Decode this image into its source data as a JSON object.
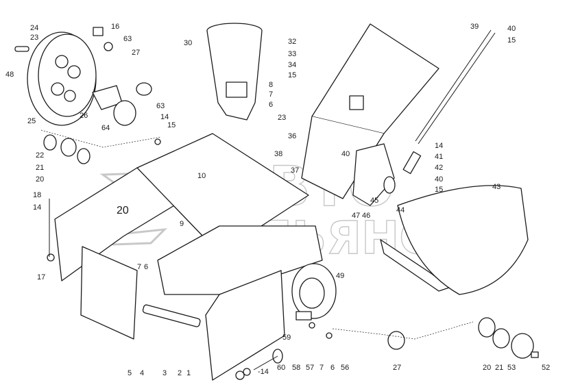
{
  "watermark": {
    "line1": "АВТО",
    "line2": "АЛЬЯНС"
  },
  "plate_label": "20",
  "callouts": [
    {
      "id": "24",
      "text": "24"
    },
    {
      "id": "23",
      "text": "23"
    },
    {
      "id": "16",
      "text": "16"
    },
    {
      "id": "63a",
      "text": "63"
    },
    {
      "id": "48",
      "text": "48"
    },
    {
      "id": "27a",
      "text": "27"
    },
    {
      "id": "30",
      "text": "30"
    },
    {
      "id": "32",
      "text": "32"
    },
    {
      "id": "33",
      "text": "33"
    },
    {
      "id": "34",
      "text": "34"
    },
    {
      "id": "15a",
      "text": "15"
    },
    {
      "id": "8",
      "text": "8"
    },
    {
      "id": "7a",
      "text": "7"
    },
    {
      "id": "6a",
      "text": "6"
    },
    {
      "id": "23b",
      "text": "23"
    },
    {
      "id": "39",
      "text": "39"
    },
    {
      "id": "40a",
      "text": "40"
    },
    {
      "id": "15b",
      "text": "15"
    },
    {
      "id": "26",
      "text": "26"
    },
    {
      "id": "25",
      "text": "25"
    },
    {
      "id": "64",
      "text": "64"
    },
    {
      "id": "63b",
      "text": "63"
    },
    {
      "id": "14a",
      "text": "14"
    },
    {
      "id": "15c",
      "text": "15"
    },
    {
      "id": "22",
      "text": "22"
    },
    {
      "id": "21a",
      "text": "21"
    },
    {
      "id": "20a",
      "text": "20"
    },
    {
      "id": "36",
      "text": "36"
    },
    {
      "id": "38",
      "text": "38"
    },
    {
      "id": "37",
      "text": "37"
    },
    {
      "id": "10",
      "text": "10"
    },
    {
      "id": "14b",
      "text": "14"
    },
    {
      "id": "41",
      "text": "41"
    },
    {
      "id": "42",
      "text": "42"
    },
    {
      "id": "40b",
      "text": "40"
    },
    {
      "id": "15d",
      "text": "15"
    },
    {
      "id": "40c",
      "text": "40"
    },
    {
      "id": "45",
      "text": "45"
    },
    {
      "id": "44",
      "text": "44"
    },
    {
      "id": "43",
      "text": "43"
    },
    {
      "id": "47",
      "text": "47"
    },
    {
      "id": "46",
      "text": "46"
    },
    {
      "id": "18",
      "text": "18"
    },
    {
      "id": "14c",
      "text": "14"
    },
    {
      "id": "9",
      "text": "9"
    },
    {
      "id": "7b",
      "text": "7"
    },
    {
      "id": "6b",
      "text": "6"
    },
    {
      "id": "17",
      "text": "17"
    },
    {
      "id": "49",
      "text": "49"
    },
    {
      "id": "59",
      "text": "59"
    },
    {
      "id": "5",
      "text": "5"
    },
    {
      "id": "4",
      "text": "4"
    },
    {
      "id": "3",
      "text": "3"
    },
    {
      "id": "2",
      "text": "2"
    },
    {
      "id": "1",
      "text": "1"
    },
    {
      "id": "14d",
      "text": "-14"
    },
    {
      "id": "60",
      "text": "60"
    },
    {
      "id": "58",
      "text": "58"
    },
    {
      "id": "57",
      "text": "57"
    },
    {
      "id": "6c",
      "text": "6"
    },
    {
      "id": "56",
      "text": "56"
    },
    {
      "id": "27b",
      "text": "27"
    },
    {
      "id": "20b",
      "text": "20"
    },
    {
      "id": "21b",
      "text": "21"
    },
    {
      "id": "53",
      "text": "53"
    },
    {
      "id": "52",
      "text": "52"
    },
    {
      "id": "7c",
      "text": "7"
    }
  ]
}
